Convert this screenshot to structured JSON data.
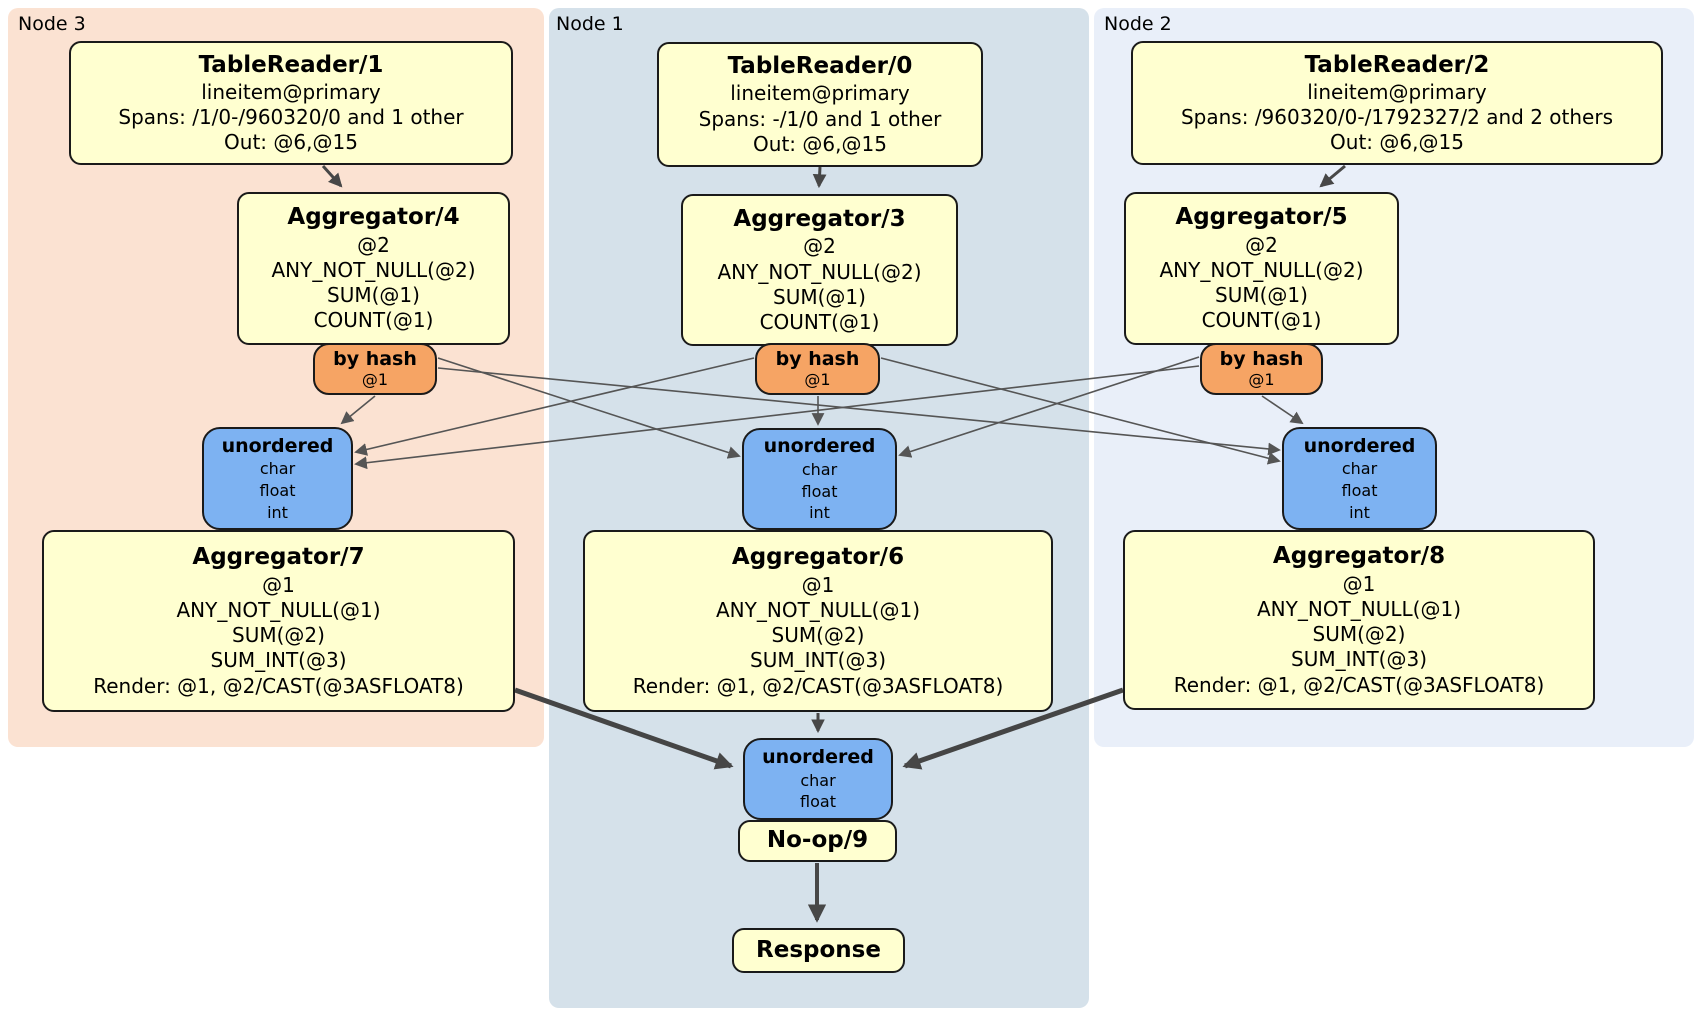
{
  "colors": {
    "node3_bg": "#fbe2d2",
    "node1_bg": "#d5e1ea",
    "node2_bg": "#e9eff9",
    "proc_fill": "#ffffd0",
    "router_fill": "#f6a464",
    "sync_fill": "#7db2f2",
    "edge_thin": "#555555",
    "edge_dark": "#474747"
  },
  "panels": {
    "node3": {
      "label": "Node 3"
    },
    "node1": {
      "label": "Node 1"
    },
    "node2": {
      "label": "Node 2"
    }
  },
  "processors": {
    "tr1": {
      "title": "TableReader/1",
      "lines": [
        "lineitem@primary",
        "Spans: /1/0-/960320/0 and 1 other",
        "Out: @6,@15"
      ]
    },
    "tr0": {
      "title": "TableReader/0",
      "lines": [
        "lineitem@primary",
        "Spans: -/1/0 and 1 other",
        "Out: @6,@15"
      ]
    },
    "tr2": {
      "title": "TableReader/2",
      "lines": [
        "lineitem@primary",
        "Spans: /960320/0-/1792327/2 and 2 others",
        "Out: @6,@15"
      ]
    },
    "agg4": {
      "title": "Aggregator/4",
      "lines": [
        "@2",
        "ANY_NOT_NULL(@2)",
        "SUM(@1)",
        "COUNT(@1)"
      ]
    },
    "agg3": {
      "title": "Aggregator/3",
      "lines": [
        "@2",
        "ANY_NOT_NULL(@2)",
        "SUM(@1)",
        "COUNT(@1)"
      ]
    },
    "agg5": {
      "title": "Aggregator/5",
      "lines": [
        "@2",
        "ANY_NOT_NULL(@2)",
        "SUM(@1)",
        "COUNT(@1)"
      ]
    },
    "agg7": {
      "title": "Aggregator/7",
      "lines": [
        "@1",
        "ANY_NOT_NULL(@1)",
        "SUM(@2)",
        "SUM_INT(@3)",
        "Render: @1, @2/CAST(@3ASFLOAT8)"
      ]
    },
    "agg6": {
      "title": "Aggregator/6",
      "lines": [
        "@1",
        "ANY_NOT_NULL(@1)",
        "SUM(@2)",
        "SUM_INT(@3)",
        "Render: @1, @2/CAST(@3ASFLOAT8)"
      ]
    },
    "agg8": {
      "title": "Aggregator/8",
      "lines": [
        "@1",
        "ANY_NOT_NULL(@1)",
        "SUM(@2)",
        "SUM_INT(@3)",
        "Render: @1, @2/CAST(@3ASFLOAT8)"
      ]
    },
    "noop": {
      "title": "No-op/9"
    },
    "response": {
      "title": "Response"
    }
  },
  "routers": {
    "hash3": {
      "title": "by hash",
      "key": "@1"
    },
    "hash1": {
      "title": "by hash",
      "key": "@1"
    },
    "hash2": {
      "title": "by hash",
      "key": "@1"
    }
  },
  "syncs": {
    "un3": {
      "title": "unordered",
      "types": [
        "char",
        "float",
        "int"
      ]
    },
    "un1": {
      "title": "unordered",
      "types": [
        "char",
        "float",
        "int"
      ]
    },
    "un2": {
      "title": "unordered",
      "types": [
        "char",
        "float",
        "int"
      ]
    },
    "unf": {
      "title": "unordered",
      "types": [
        "char",
        "float"
      ]
    }
  }
}
